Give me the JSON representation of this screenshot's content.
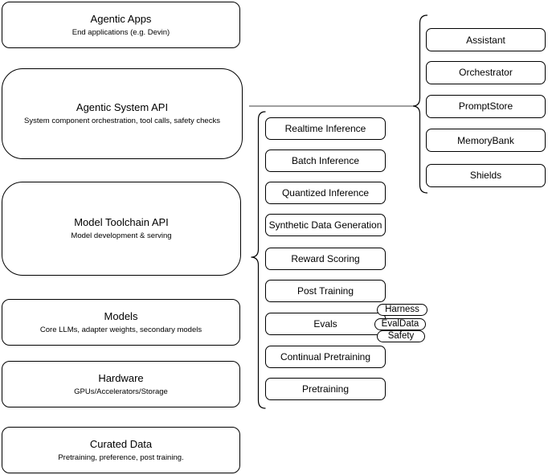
{
  "diagram": {
    "left_stack": [
      {
        "title": "Agentic Apps",
        "subtitle": "End applications (e.g. Devin)"
      },
      {
        "title": "Agentic System API",
        "subtitle": "System component orchestration, tool calls, safety checks"
      },
      {
        "title": "Model Toolchain API",
        "subtitle": "Model development & serving"
      },
      {
        "title": "Models",
        "subtitle": "Core LLMs, adapter weights, secondary models"
      },
      {
        "title": "Hardware",
        "subtitle": "GPUs/Accelerators/Storage"
      },
      {
        "title": "Curated Data",
        "subtitle": "Pretraining, preference, post training."
      }
    ],
    "toolchain_items": [
      "Realtime Inference",
      "Batch Inference",
      "Quantized Inference",
      "Synthetic Data Generation",
      "Reward Scoring",
      "Post Training",
      "Evals",
      "Continual Pretraining",
      "Pretraining"
    ],
    "eval_tags": [
      "Harness",
      "EvalData",
      "Safety"
    ],
    "system_components": [
      "Assistant",
      "Orchestrator",
      "PromptStore",
      "MemoryBank",
      "Shields"
    ],
    "colors": {
      "node_fill": "#ffffff",
      "node_stroke": "#000000",
      "text": "#000000",
      "connector_line": "#666666",
      "brace_stroke": "#000000",
      "background": "#ffffff"
    }
  }
}
